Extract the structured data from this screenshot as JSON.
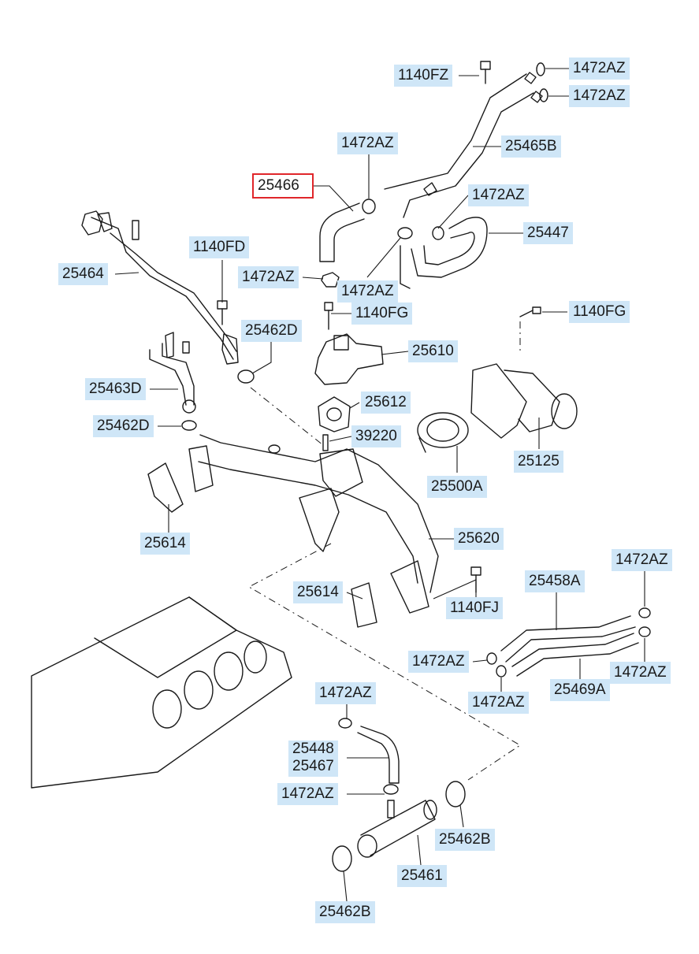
{
  "diagram": {
    "selected_part": "25466",
    "labels": {
      "p1140FZ": "1140FZ",
      "p1472AZ_a": "1472AZ",
      "p1472AZ_b": "1472AZ",
      "p1472AZ_c": "1472AZ",
      "p25465B": "25465B",
      "p25466": "25466",
      "p1472AZ_d": "1472AZ",
      "p25447": "25447",
      "p25464": "25464",
      "p1140FD": "1140FD",
      "p1472AZ_e": "1472AZ",
      "p1472AZ_f": "1472AZ",
      "p1140FG_a": "1140FG",
      "p1140FG_b": "1140FG",
      "p25462D_a": "25462D",
      "p25610": "25610",
      "p25463D": "25463D",
      "p25612": "25612",
      "p25462D_b": "25462D",
      "p39220": "39220",
      "p25125": "25125",
      "p25500A": "25500A",
      "p25614_a": "25614",
      "p25620": "25620",
      "p1472AZ_g": "1472AZ",
      "p25458A": "25458A",
      "p25614_b": "25614",
      "p1140FJ": "1140FJ",
      "p1472AZ_h": "1472AZ",
      "p1472AZ_i": "1472AZ",
      "p25469A": "25469A",
      "p1472AZ_j": "1472AZ",
      "p1472AZ_k": "1472AZ",
      "p25448": "25448",
      "p25467": "25467",
      "p1472AZ_l": "1472AZ",
      "p25462B_a": "25462B",
      "p25461": "25461",
      "p25462B_b": "25462B"
    },
    "colors": {
      "label_bg": "#cfe6f7",
      "highlight_border": "#e0262a",
      "line": "#1a1a1a"
    }
  }
}
